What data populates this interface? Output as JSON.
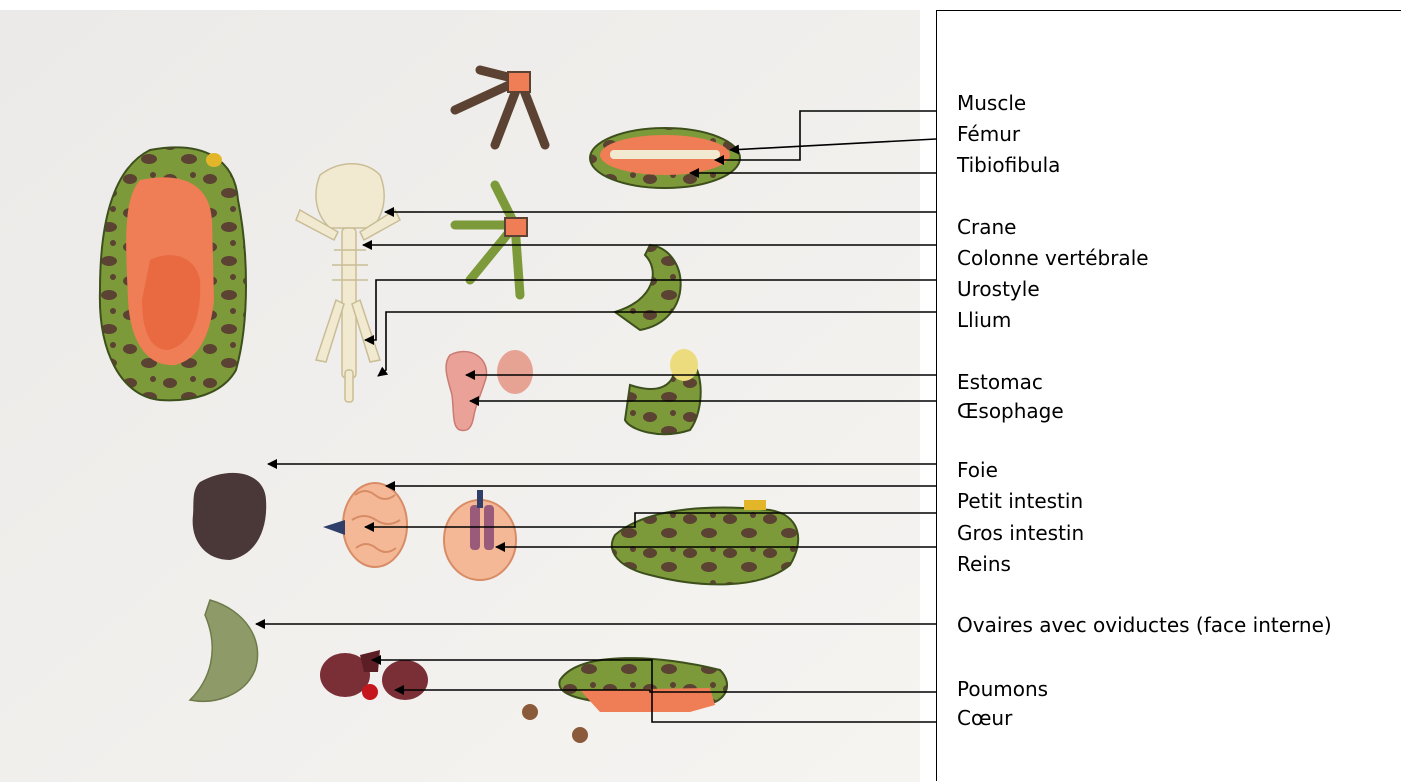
{
  "labels": {
    "muscle": "Muscle",
    "femur": "Fémur",
    "tibiofibula": "Tibiofibula",
    "crane": "Crane",
    "colonne": "Colonne vertébrale",
    "urostyle": "Urostyle",
    "llium": "Llium",
    "estomac": "Estomac",
    "oesophage": "Œsophage",
    "foie": "Foie",
    "petit_intestin": "Petit intestin",
    "gros_intestin": "Gros intestin",
    "reins": "Reins",
    "ovaires": "Ovaires avec oviductes (face interne)",
    "poumons": "Poumons",
    "coeur": "Cœur"
  },
  "colors": {
    "background": "#f3f1ee",
    "frog_green": "#7d9a3a",
    "frog_spot": "#5b4232",
    "flesh_orange": "#ef7d55",
    "bone": "#f2ead0",
    "liver": "#4a3838",
    "intestine": "#f4b896",
    "lung": "#7a2f36",
    "ovary": "#8e9a68",
    "arrow": "#000000"
  }
}
